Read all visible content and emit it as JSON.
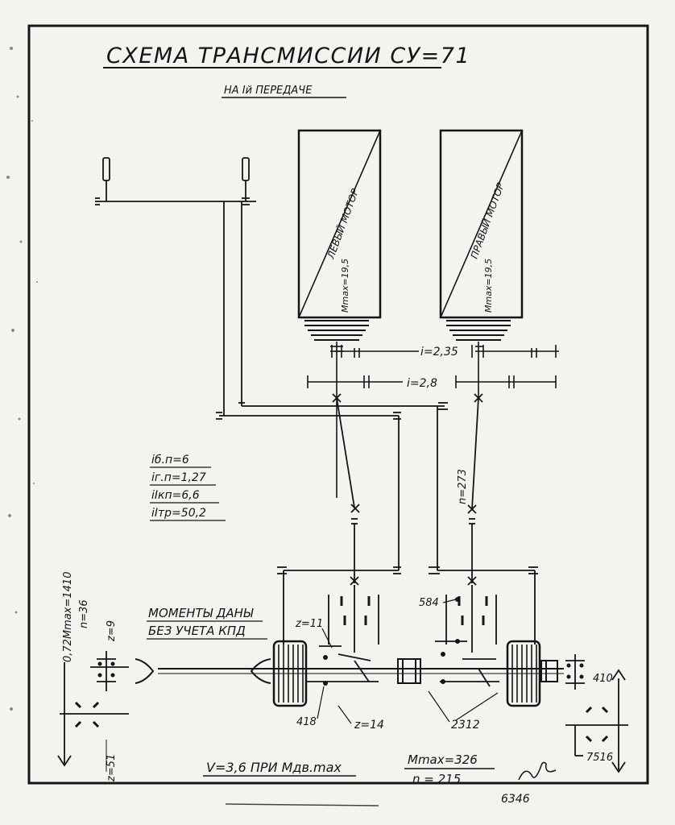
{
  "title": "СХЕМА ТРАНСМИССИИ СУ=71",
  "subtitle": "НА Iй ПЕРЕДАЧЕ",
  "motors": [
    {
      "name": "ЛЕВЫЙ МОТОР",
      "torque": "Mmax=19,5"
    },
    {
      "name": "ПРАВЫЙ МОТОР",
      "torque": "Mmax=19,5"
    }
  ],
  "ratios": {
    "upper": "i=2,35",
    "lower": "i=2,8",
    "speed_n": "n=273"
  },
  "gear_ratios": [
    "iб.п=6",
    "iг.п=1,27",
    "iIкп=6,6",
    "iIтр=50,2"
  ],
  "left_output": {
    "torque": "0,72Mmax=1410",
    "speed": "n=36",
    "z_top": "z=9",
    "z_bottom": "z=51"
  },
  "note": [
    "МОМЕНТЫ ДАНЫ",
    "БЕЗ УЧЕТА КПД"
  ],
  "gearbox_labels": {
    "z11": "z=11",
    "z14": "z=14",
    "v418": "418",
    "v584": "584",
    "v2312": "2312",
    "v410": "410",
    "v7516": "7516"
  },
  "velocity": "V=3,6 ПРИ Mдв.max",
  "result": {
    "torque": "Mmax=326",
    "speed": "n = 215"
  },
  "stamp": "6346"
}
